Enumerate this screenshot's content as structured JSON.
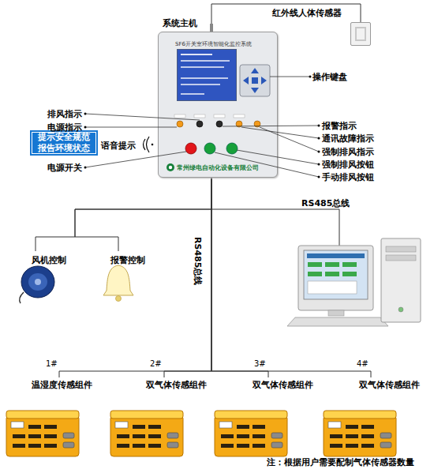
{
  "diagram": {
    "nodes": [
      {
        "text": [
          "系统主机",
          "常州绿电自动化设备有限公司"
        ]
      },
      {
        "text": [
          "SF6开关室环境智能化监控系统"
        ],
        "in": 0
      },
      {
        "text": [
          "红外线人体传感器"
        ]
      },
      {
        "text": [
          "提示安全规范 报告环境状态"
        ]
      },
      {
        "text": [
          "风机控制"
        ]
      },
      {
        "text": [
          "报警控制"
        ]
      },
      {
        "text": [
          "温湿度传感组件"
        ]
      },
      {
        "text": [
          "双气体传感组件"
        ]
      },
      {
        "text": [
          "双气体传感组件"
        ]
      },
      {
        "text": [
          "双气体传感组件"
        ]
      }
    ],
    "edges": [
      {
        "from": 0,
        "to": 2,
        "arrow": "none"
      },
      {
        "from": 0,
        "to": 4,
        "arrow": "none"
      },
      {
        "from": 0,
        "to": 5,
        "arrow": "none"
      },
      {
        "from": 0,
        "to": 6,
        "arrow": "none"
      },
      {
        "from": 0,
        "to": 7,
        "arrow": "none"
      },
      {
        "from": 0,
        "to": 8,
        "arrow": "none"
      },
      {
        "from": 0,
        "to": 9,
        "arrow": "none"
      }
    ],
    "labels": [
      "操作键盘",
      "排风指示",
      "报警指示",
      "电源指示",
      "通讯故障指示",
      "强制排风指示",
      "强制排风按钮",
      "语音提示",
      "手动排风按钮",
      "电源开关",
      "RS485总线",
      "RS485总线",
      "1#",
      "2#",
      "3#",
      "4#",
      "注：根据用户需要配制气体传感器数量"
    ]
  }
}
